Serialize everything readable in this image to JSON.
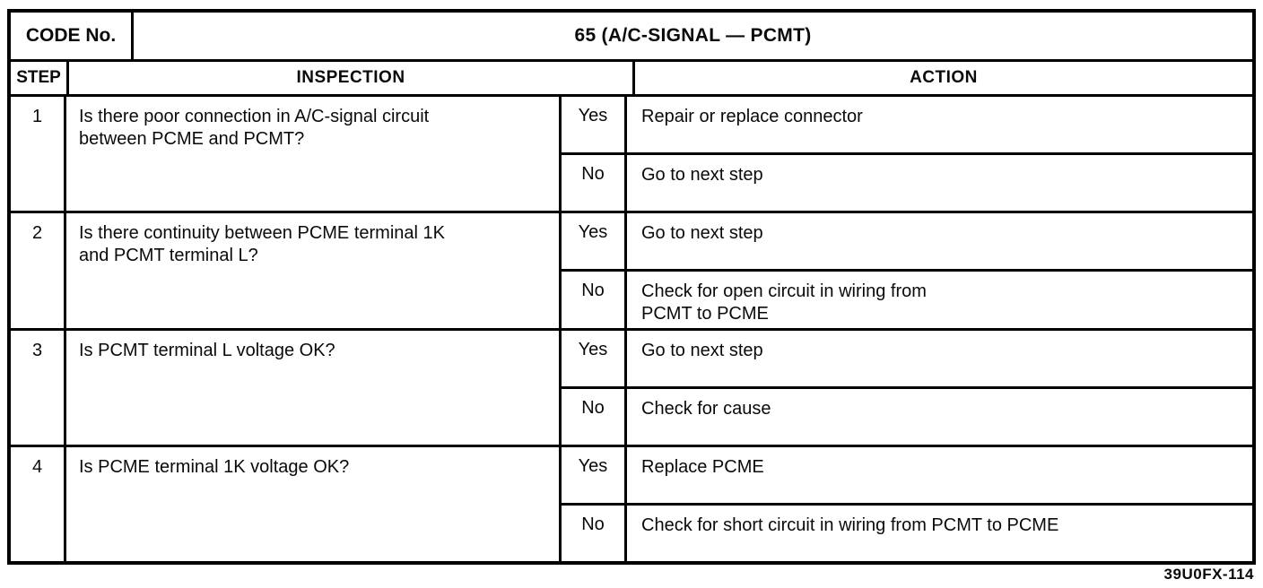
{
  "header": {
    "code_label": "CODE No.",
    "title": "65 (A/C-SIGNAL — PCMT)"
  },
  "columns": {
    "step": "STEP",
    "inspection": "INSPECTION",
    "action": "ACTION"
  },
  "rows": [
    {
      "step": "1",
      "inspection": "Is there poor connection in A/C-signal circuit\nbetween PCME and PCMT?",
      "yes_label": "Yes",
      "yes_action": "Repair or replace connector",
      "no_label": "No",
      "no_action": "Go to next step"
    },
    {
      "step": "2",
      "inspection": "Is there continuity between PCME terminal 1K\nand PCMT terminal L?",
      "yes_label": "Yes",
      "yes_action": "Go to next step",
      "no_label": "No",
      "no_action": "Check for open circuit in wiring from\nPCMT to PCME"
    },
    {
      "step": "3",
      "inspection": "Is PCMT terminal L voltage OK?",
      "yes_label": "Yes",
      "yes_action": "Go to next step",
      "no_label": "No",
      "no_action": "Check for cause"
    },
    {
      "step": "4",
      "inspection": "Is PCME terminal 1K voltage OK?",
      "yes_label": "Yes",
      "yes_action": "Replace PCME",
      "no_label": "No",
      "no_action": "Check for short circuit in wiring from PCMT to PCME"
    }
  ],
  "footer": {
    "reference": "39U0FX-114"
  },
  "colors": {
    "ink": "#000000",
    "paper": "#ffffff"
  }
}
